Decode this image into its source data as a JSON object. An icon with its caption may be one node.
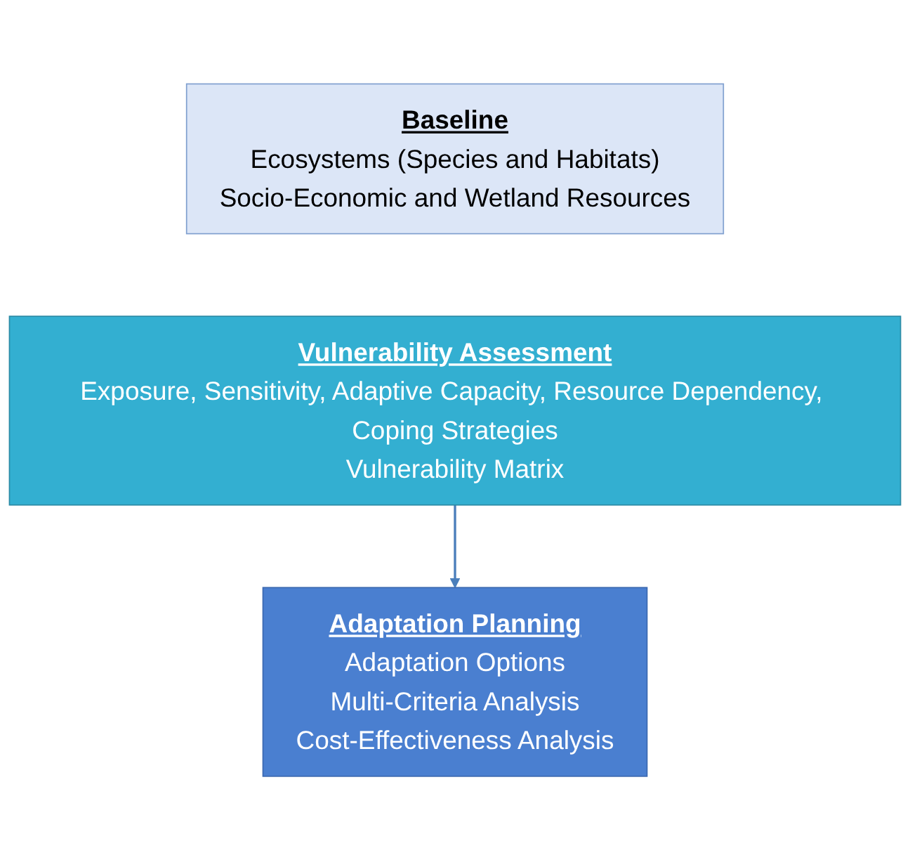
{
  "diagram": {
    "nodes": [
      {
        "text": [
          "Baseline",
          "Ecosystems (Species and Habitats)",
          "Socio-Economic and Wetland Resources"
        ]
      },
      {
        "text": [
          "Vulnerability Assessment",
          "Exposure, Sensitivity, Adaptive Capacity, Resource Dependency, Coping Strategies",
          "Vulnerability Matrix"
        ]
      },
      {
        "text": [
          "Adaptation Planning",
          "Adaptation Options",
          "Multi-Criteria Analysis",
          "Cost-Effectiveness Analysis"
        ]
      }
    ],
    "edges": [
      {
        "from": 1,
        "to": 2,
        "arrow": "to"
      }
    ]
  }
}
